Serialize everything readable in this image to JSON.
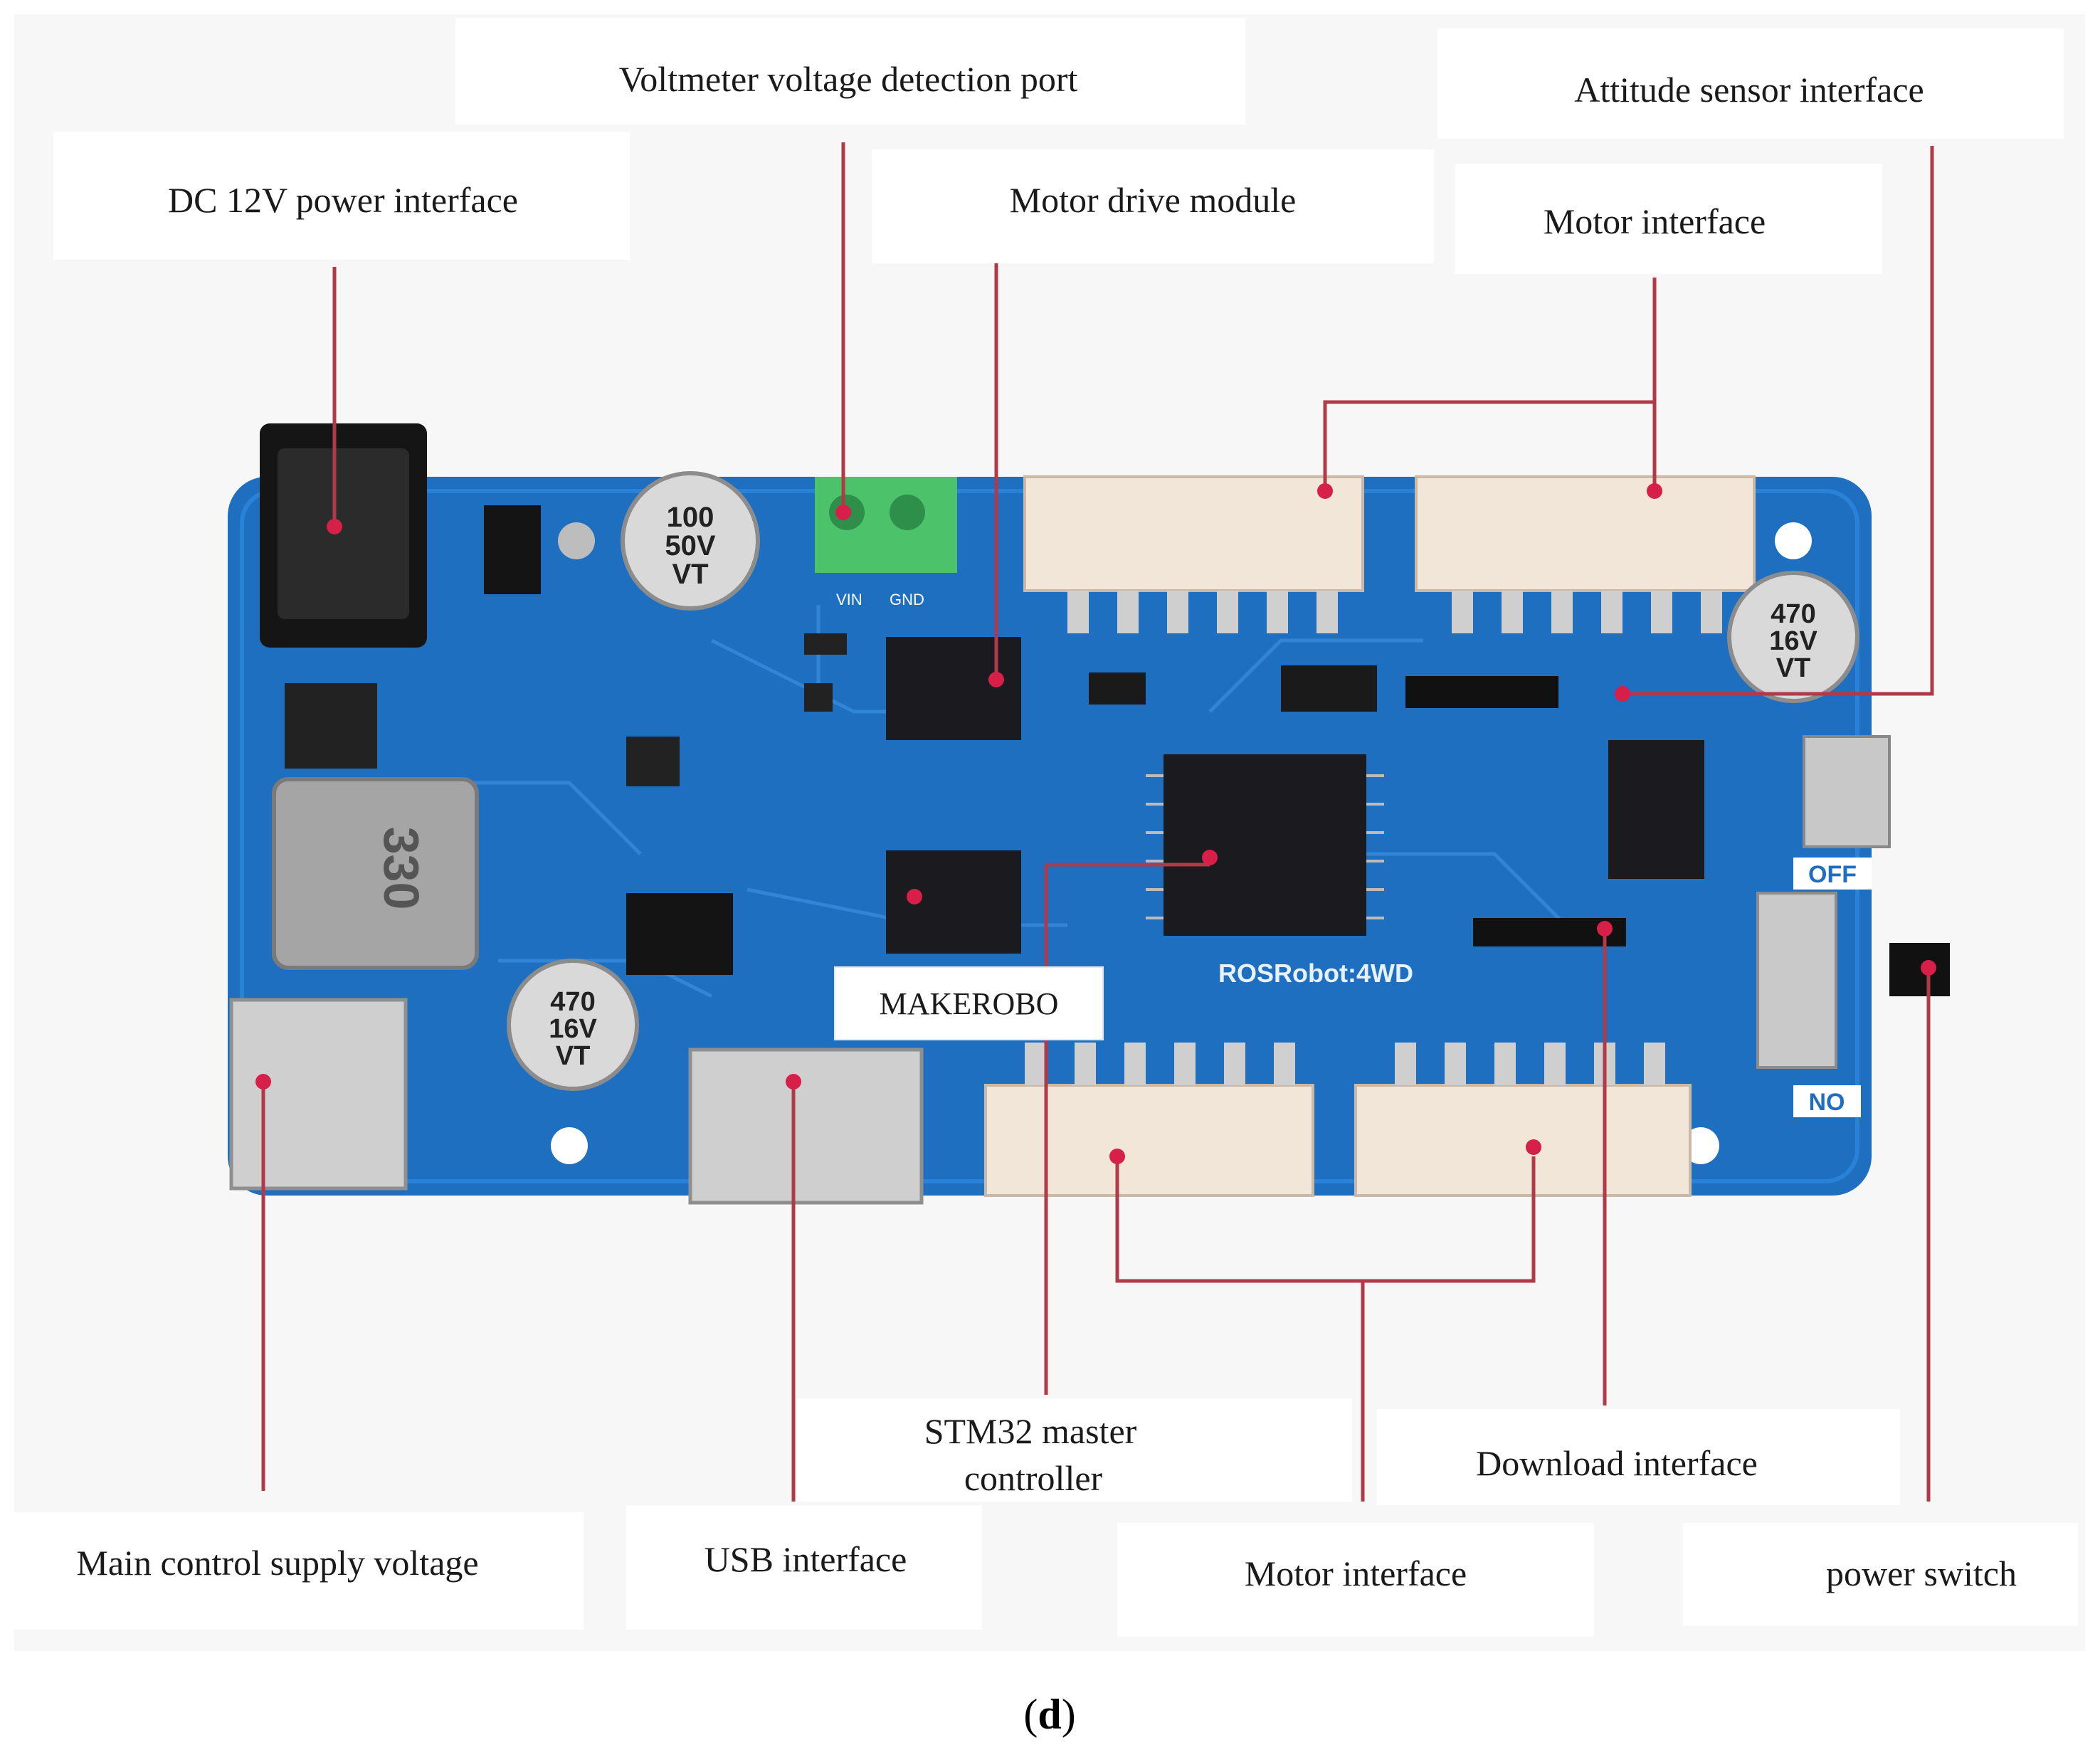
{
  "labels": {
    "voltmeter": "Voltmeter voltage detection port",
    "attitude": "Attitude sensor interface",
    "dc12v": "DC 12V power interface",
    "motor_drive": "Motor drive module",
    "motor_if_top": "Motor interface",
    "stm32_line1": "STM32 master",
    "stm32_line2": "controller",
    "download": "Download interface",
    "main_supply": "Main control supply voltage",
    "usb": "USB interface",
    "motor_if_bottom": "Motor interface",
    "power_switch": "power switch"
  },
  "board": {
    "silk_brand": "MAKEROBO",
    "silk_model": "ROSRobot:4WD",
    "cap_left_top": [
      "100",
      "50V",
      "VT"
    ],
    "cap_left_bottom": [
      "470",
      "16V",
      "VT"
    ],
    "cap_right": [
      "470",
      "16V",
      "VT"
    ],
    "inductor": "330",
    "switch_off": "OFF",
    "switch_on": "NO",
    "terminal_labels": [
      "VIN",
      "GND"
    ]
  },
  "caption": {
    "open": "(",
    "letter": "d",
    "close": ")"
  },
  "colors": {
    "board": "#1f6fc0",
    "board_dark": "#155aa0",
    "leader_line": "#b03a48",
    "marker_dot": "#d6204a",
    "connector": "#f2e6d8",
    "terminal": "#4cc26a",
    "chip": "#1b1b1f"
  }
}
